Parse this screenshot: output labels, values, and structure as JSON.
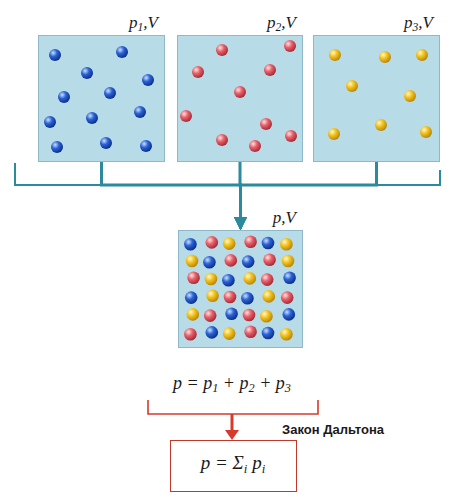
{
  "diagram": {
    "nodes": [
      {
        "text": [
          "p1,V"
        ]
      },
      {
        "text": [
          "p2,V"
        ]
      },
      {
        "text": [
          "p3,V"
        ]
      },
      {
        "text": [
          "p,V"
        ]
      },
      {
        "text": [
          "p = Σi pi"
        ]
      }
    ],
    "edges": [
      {
        "from": 0,
        "to": 3,
        "arrow": "to"
      },
      {
        "from": 1,
        "to": 3,
        "arrow": "to"
      },
      {
        "from": 2,
        "to": 3,
        "arrow": "to"
      }
    ],
    "labels": [
      "p = p1 + p2 + p3",
      "Закон Дальтона"
    ]
  }
}
